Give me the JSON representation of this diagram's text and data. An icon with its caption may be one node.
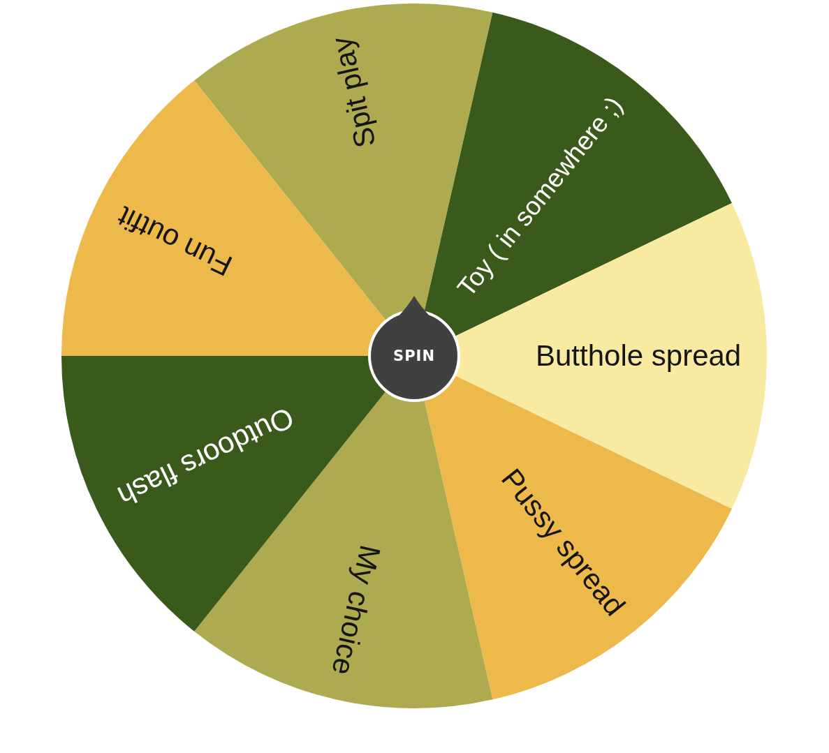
{
  "diagram": {
    "nodes": [
      {
        "text": [
          "Spit play"
        ]
      },
      {
        "text": [
          "Toy ( in somewhere ;)"
        ]
      },
      {
        "text": [
          "Butthole spread"
        ]
      },
      {
        "text": [
          "Pussy spread"
        ]
      },
      {
        "text": [
          "My choice"
        ]
      },
      {
        "text": [
          "Outdoors flash"
        ]
      },
      {
        "text": [
          "Fun outfit"
        ]
      },
      {
        "text": [
          "SPIN"
        ]
      }
    ]
  }
}
